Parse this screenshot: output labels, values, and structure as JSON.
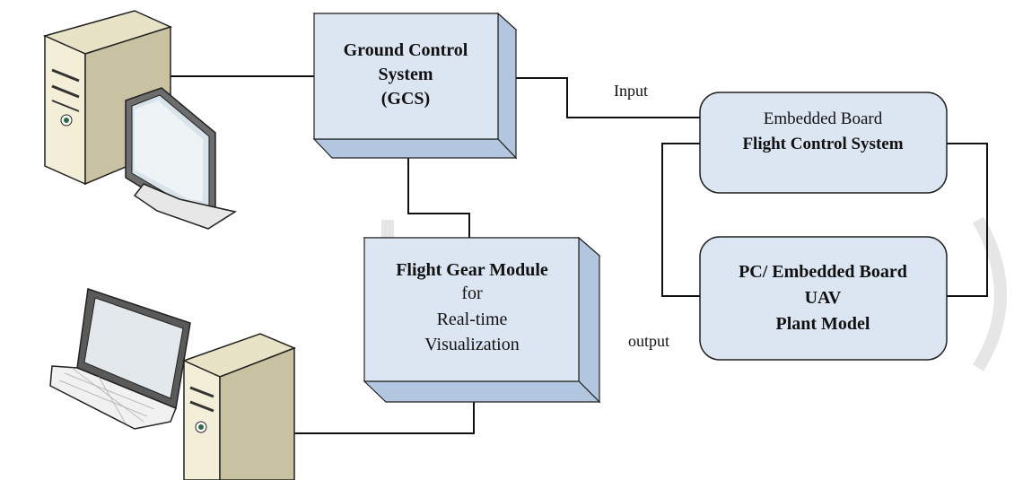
{
  "gcs": {
    "line1": "Ground Control",
    "line2": "System",
    "line3": "(GCS)"
  },
  "flight_gear": {
    "line1": "Flight Gear Module",
    "line2": "for",
    "line3": "Real-time",
    "line4": "Visualization"
  },
  "fcs": {
    "line1": "Embedded Board",
    "line2": "Flight Control System"
  },
  "plant": {
    "line1": "PC/ Embedded Board",
    "line2": "UAV",
    "line3": "Plant Model"
  },
  "labels": {
    "input": "Input",
    "output": "output"
  },
  "icons": [
    "desktop-computer-icon",
    "laptop-computer-icon",
    "tower-computer-icon"
  ],
  "colors": {
    "box_fill": "#dce6f3",
    "box_side": "#b9cbe3",
    "box_stroke": "#222222",
    "line": "#111111",
    "watermark": "#e9e9e9"
  }
}
